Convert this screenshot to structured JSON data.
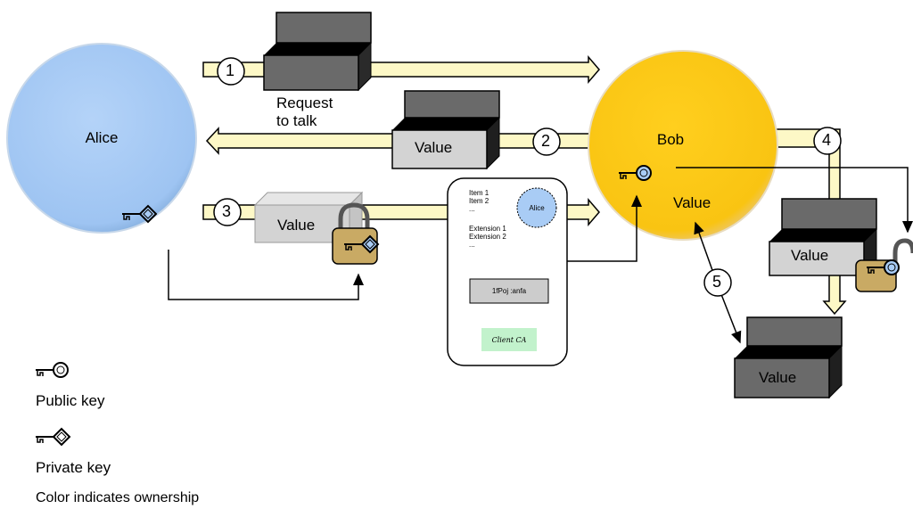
{
  "participants": {
    "alice": {
      "name": "Alice",
      "color": "#a9ccf5"
    },
    "bob": {
      "name": "Bob",
      "color": "#f7c514"
    }
  },
  "steps": [
    "1",
    "2",
    "3",
    "4",
    "5"
  ],
  "messages": {
    "request": "Request\nto talk",
    "value_label": "Value"
  },
  "certificate": {
    "items": [
      "Item 1",
      "Item 2",
      "..."
    ],
    "extensions": [
      "Extension 1",
      "Extension 2",
      "..."
    ],
    "seal_label": "Alice",
    "signature": "1fPoj :anfa",
    "issuer": "Client CA",
    "issuer_color": "#c2f2cc"
  },
  "legend": {
    "public_key": "Public key",
    "private_key": "Private key",
    "note": "Color indicates ownership"
  },
  "colors": {
    "arrow_fill": "#fdf8c6",
    "box_dark": "#6a6a6a",
    "box_light": "#d3d3d3",
    "key_blue": "#a9ccf5",
    "lock_gold": "#c9aa64"
  }
}
